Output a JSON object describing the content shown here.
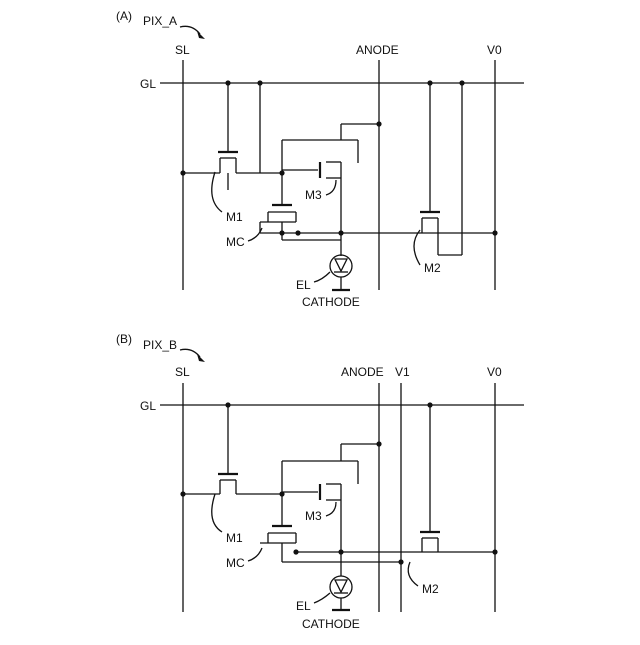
{
  "figure": {
    "a": {
      "panel": "(A)",
      "pixel": "PIX_A",
      "lines": {
        "sl": "SL",
        "gl": "GL",
        "anode": "ANODE",
        "v0": "V0"
      },
      "parts": {
        "m1": "M1",
        "m2": "M2",
        "m3": "M3",
        "mc": "MC",
        "el": "EL",
        "cathode": "CATHODE"
      }
    },
    "b": {
      "panel": "(B)",
      "pixel": "PIX_B",
      "lines": {
        "sl": "SL",
        "gl": "GL",
        "anode": "ANODE",
        "v1": "V1",
        "v0": "V0"
      },
      "parts": {
        "m1": "M1",
        "m2": "M2",
        "m3": "M3",
        "mc": "MC",
        "el": "EL",
        "cathode": "CATHODE"
      }
    }
  }
}
